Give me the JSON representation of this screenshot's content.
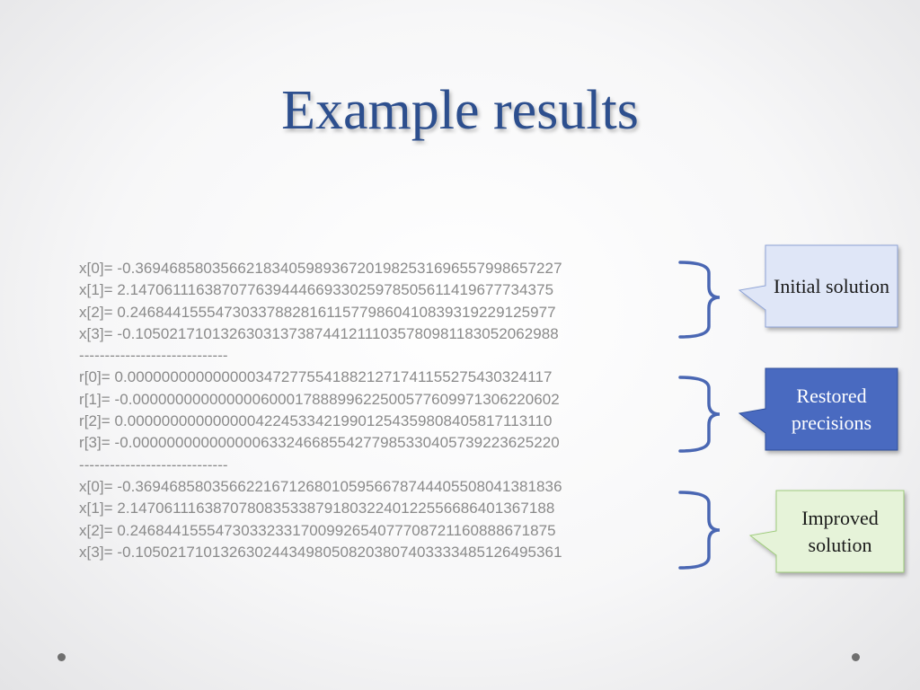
{
  "title": "Example results",
  "lines": [
    "x[0]= -0.36946858035662183405989367201982531696557998657227",
    "x[1]= 2.14706111638707763944466933025978505611419677734375",
    "x[2]= 0.24684415554730337882816115779860410839319229125977",
    "x[3]= -0.10502171013263031373874412111035780981183052062988",
    "-----------------------------",
    "r[0]= 0.00000000000000034727755418821271741155275430324117",
    "r[1]= -0.00000000000000060001788899622500577609971306220602",
    "r[2]= 0.00000000000000042245334219901254359808405817113110",
    "r[3]= -0.00000000000000063324668554277985330405739223625220",
    "-----------------------------",
    "x[0]= -0.36946858035662216712680105956678744405508041381836",
    "x[1]= 2.14706111638707808353387918032240122556686401367188",
    "x[2]= 0.24684415554730332331700992654077708721160888671875",
    "x[3]= -0.10502171013263024434980508203807403333485126495361"
  ],
  "callouts": {
    "initial": {
      "label": "Initial solution",
      "fill": "#dfe6f7",
      "stroke": "#8da2d6"
    },
    "restored": {
      "label": "Restored precisions",
      "fill": "#4a6bc0",
      "stroke": "#2f4f9b"
    },
    "improved": {
      "label": "Improved solution",
      "fill": "#e6f3d9",
      "stroke": "#9fcc7b"
    }
  },
  "colors": {
    "title": "#2d4f8e",
    "text": "#8a8a8a",
    "brace": "#4a67b3"
  }
}
